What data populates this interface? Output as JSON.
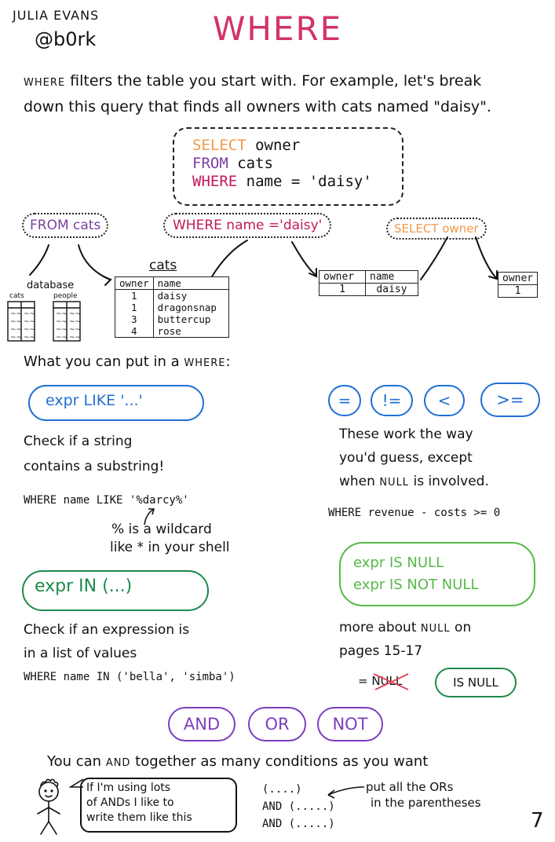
{
  "header": {
    "author_name": "JULIA EVANS",
    "author_handle": "@b0rk",
    "title": "WHERE",
    "page_number": "7"
  },
  "intro": {
    "line1_keyword": "WHERE",
    "line1_rest": " filters the table you start with. For example, let's break",
    "line2": "down this query that finds all owners with cats named \"daisy\"."
  },
  "query": {
    "select_kw": "SELECT",
    "select_rest": " owner",
    "from_kw": "FROM",
    "from_rest": " cats",
    "where_kw": "WHERE",
    "where_rest": " name = 'daisy'"
  },
  "steps": {
    "from_label": "FROM cats",
    "where_label": "WHERE name ='daisy'",
    "select_kw": "SELECT",
    "select_rest": " owner"
  },
  "database": {
    "label": "database",
    "table1": "cats",
    "table2": "people"
  },
  "cats_table": {
    "caption": "cats",
    "headers": [
      "owner",
      "name"
    ],
    "rows": [
      [
        "1",
        "daisy"
      ],
      [
        "1",
        "dragonsnap"
      ],
      [
        "3",
        "buttercup"
      ],
      [
        "4",
        "rose"
      ]
    ]
  },
  "filtered_table": {
    "headers": [
      "owner",
      "name"
    ],
    "rows": [
      [
        "1",
        "daisy"
      ]
    ]
  },
  "owner_table": {
    "headers": [
      "owner"
    ],
    "rows": [
      [
        "1"
      ]
    ]
  },
  "what_heading": {
    "text": "What you can put in a ",
    "keyword": "WHERE",
    "colon": ":"
  },
  "like": {
    "cloud": "expr LIKE '...'",
    "desc1": "Check if a string",
    "desc2": "contains a substring!",
    "example": "WHERE name LIKE '%darcy%'",
    "note1": "% is a wildcard",
    "note2": "like * in your shell"
  },
  "in": {
    "cloud": "expr IN (...)",
    "desc1": "Check if an expression is",
    "desc2": "in a list of values",
    "example": "WHERE name IN ('bella', 'simba')"
  },
  "ops": {
    "symbols": [
      "=",
      "!=",
      "<",
      ">="
    ],
    "desc1": "These work the way",
    "desc2": "you'd guess, except",
    "desc3_pre": "when ",
    "desc3_kw": "NULL",
    "desc3_post": " is involved.",
    "example": "WHERE revenue - costs >= 0"
  },
  "null": {
    "cloud1": "expr IS NULL",
    "cloud2": "expr IS NOT NULL",
    "desc1_pre": "more about ",
    "desc1_kw": "NULL",
    "desc1_post": " on",
    "desc2": "pages 15-17",
    "wrong": "= NULL",
    "right": "IS NULL"
  },
  "logic": {
    "words": [
      "AND",
      "OR",
      "NOT"
    ],
    "desc_pre": "You can ",
    "desc_kw": "AND",
    "desc_post": " together as many conditions as you want",
    "speech1": "If I'm using lots",
    "speech2": "of ANDs I like to",
    "speech3": "write them like this",
    "code1": "(....)",
    "code2": "AND (.....)",
    "code3": "AND (.....)",
    "note1": "put all the ORs",
    "note2": "in the parentheses"
  },
  "colors": {
    "title": "#d2336b",
    "select": "#f2994a",
    "from": "#7b3fa0",
    "where": "#c2185b",
    "blue": "#1f6fd6",
    "green": "#1e8a4c",
    "lightgreen": "#58b84a",
    "purple": "#7a3fbf"
  }
}
